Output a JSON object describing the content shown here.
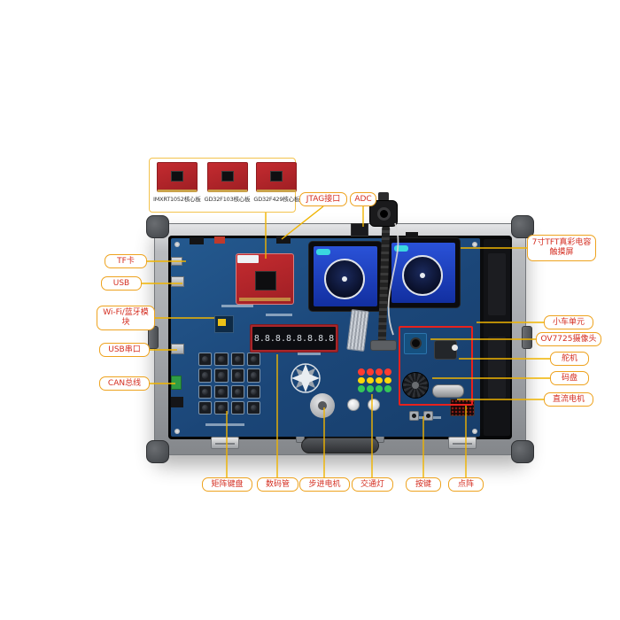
{
  "colors": {
    "leader_line": "#f0b400",
    "label_border": "#eea31f",
    "label_text": "#d42d20",
    "pcb_blue": "#1d4b7d",
    "car_unit_outline": "#e8211d"
  },
  "core_board_panel": {
    "boards": [
      {
        "name": "IMXRT1052核心板"
      },
      {
        "name": "GD32F103核心板"
      },
      {
        "name": "GD32F429核心板"
      }
    ]
  },
  "callouts": {
    "jtag": "JTAG接口",
    "adc": "ADC",
    "tf_card": "TF卡",
    "usb": "USB",
    "wifi_bluetooth": "Wi-Fi/蓝牙模块",
    "usb_serial": "USB串口",
    "can_bus": "CAN总线",
    "tft_screen": "7寸TFT真彩电容触摸屏",
    "car_unit": "小车单元",
    "ov7725_camera": "OV7725摄像头",
    "servo": "舵机",
    "encoder_disk": "码盘",
    "dc_motor": "直流电机",
    "matrix_keyboard": "矩阵键盘",
    "digital_tube": "数码管",
    "stepper_motor": "步进电机",
    "traffic_light": "交通灯",
    "push_buttons": "按键",
    "dot_matrix": "点阵"
  },
  "board": {
    "seven_segment_value": "8.8.8.8.8.8.8.8"
  }
}
